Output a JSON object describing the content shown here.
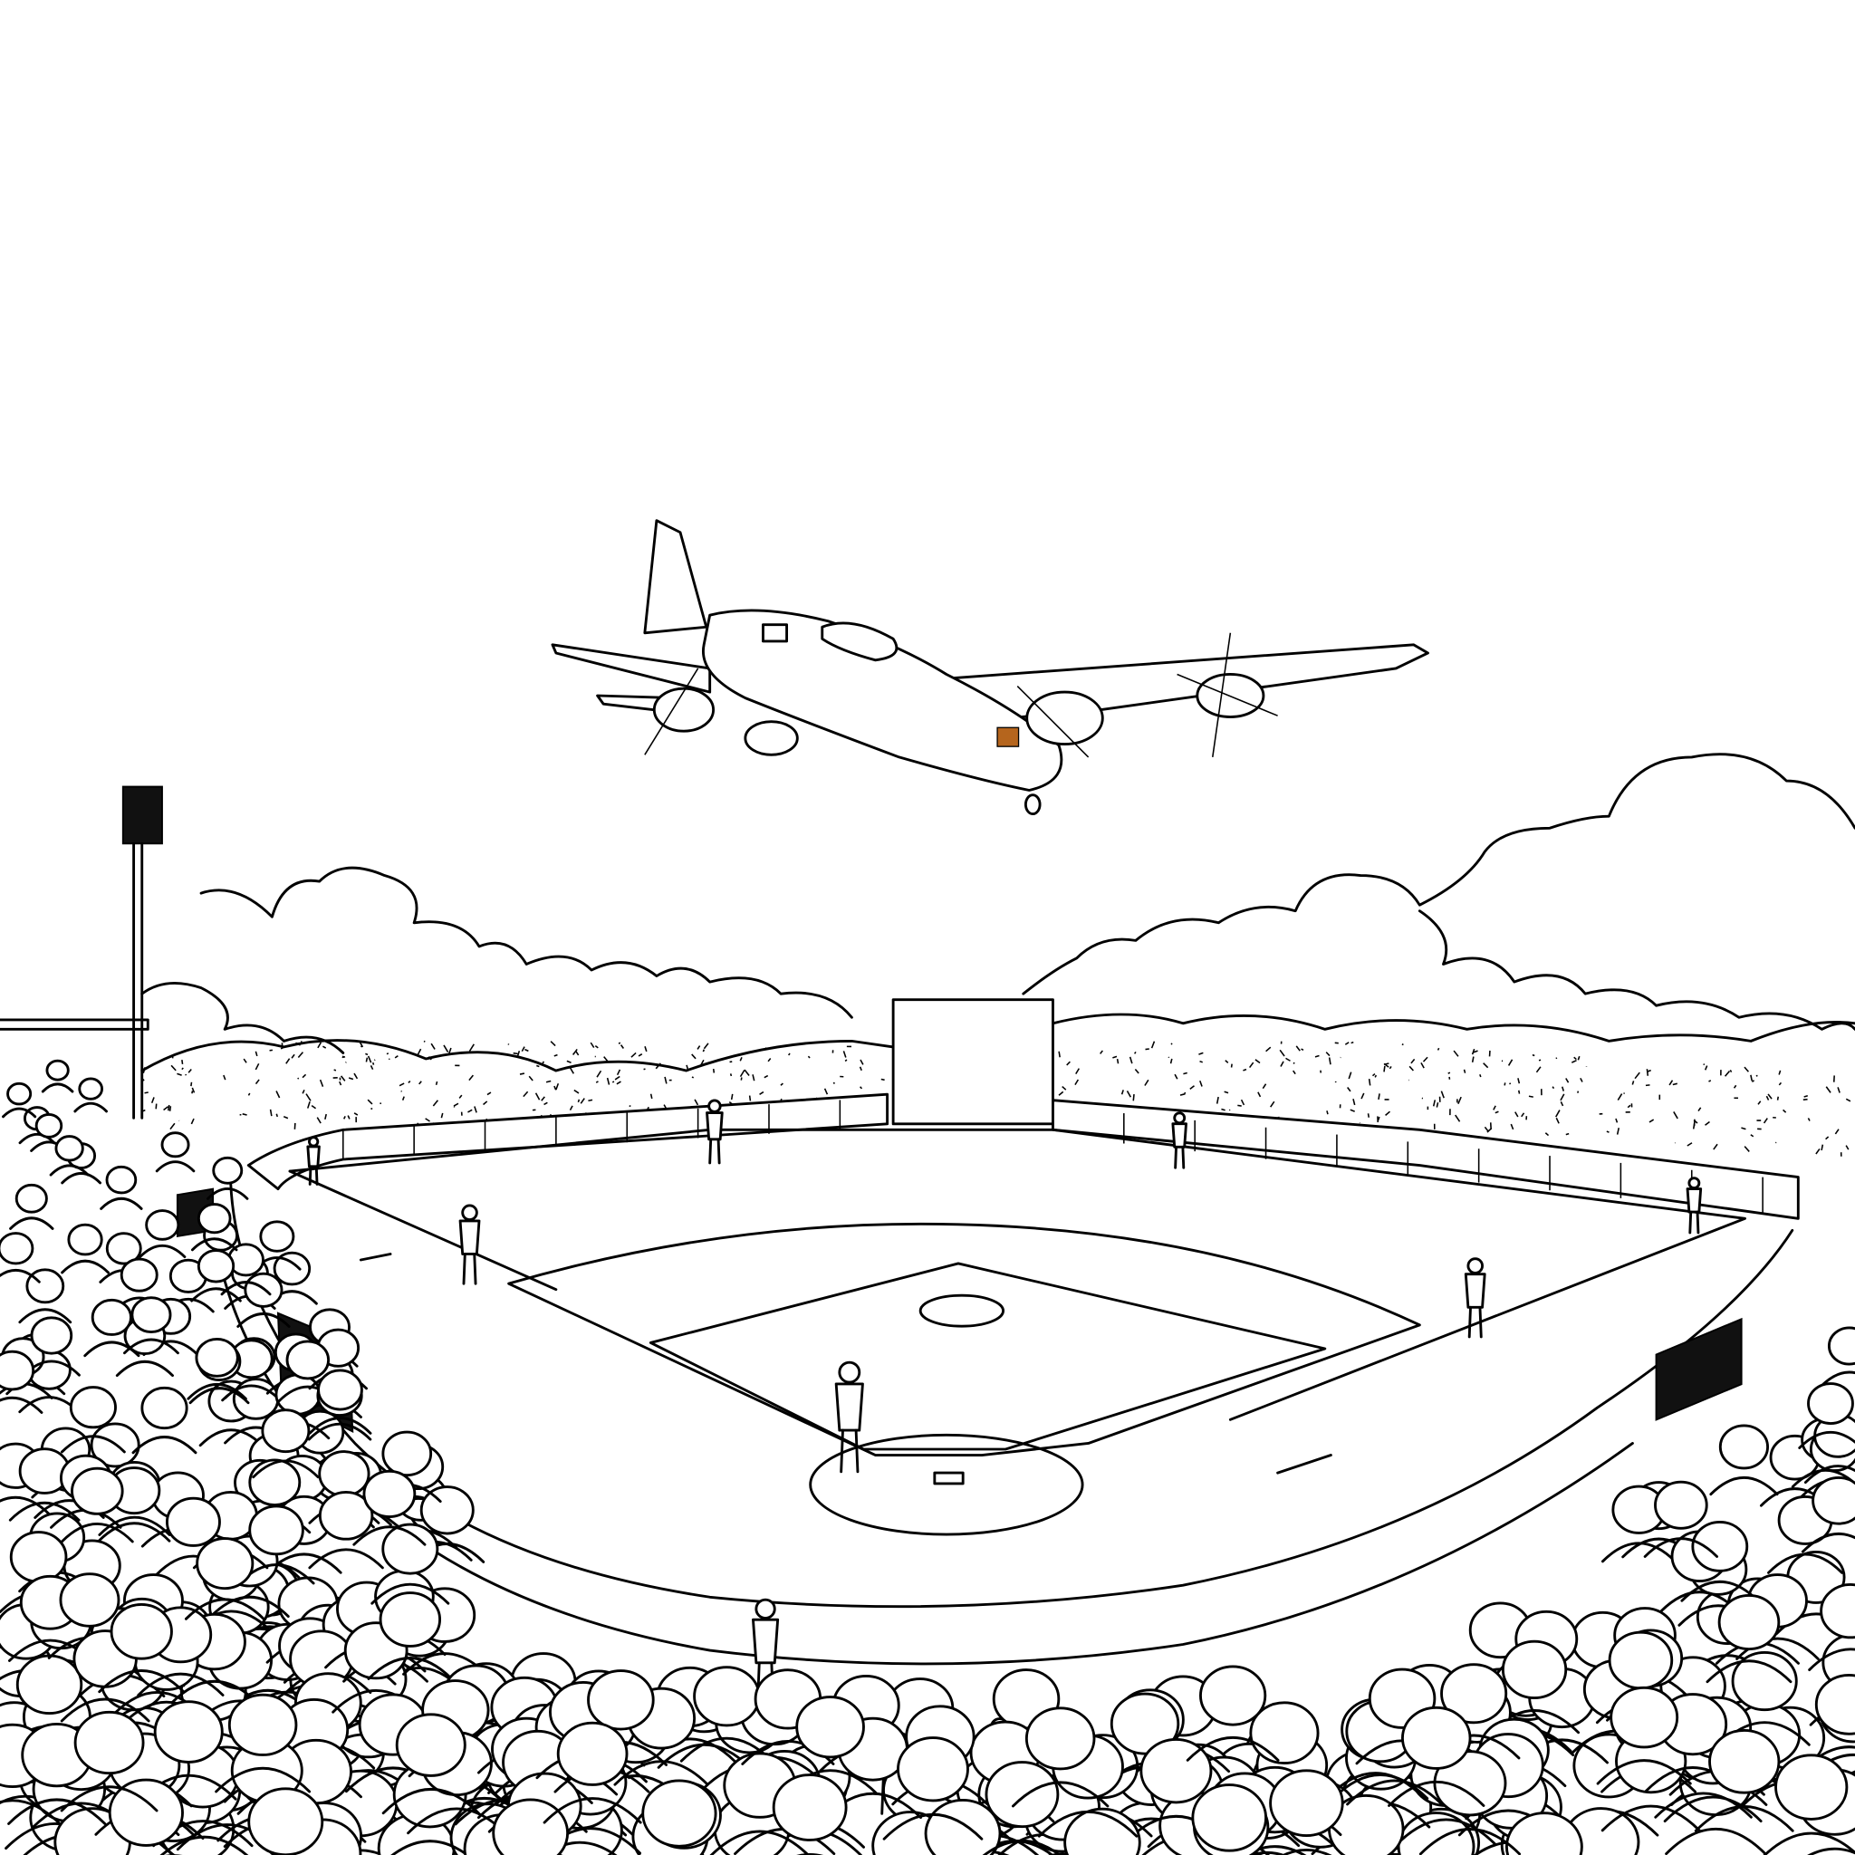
{
  "colors": {
    "line": "#000000",
    "background": "#ffffff",
    "insignia": "#b5651d"
  },
  "icons": [
    "airplane",
    "floodlight-tower",
    "scoreboard",
    "baseball-diamond",
    "crowd"
  ]
}
